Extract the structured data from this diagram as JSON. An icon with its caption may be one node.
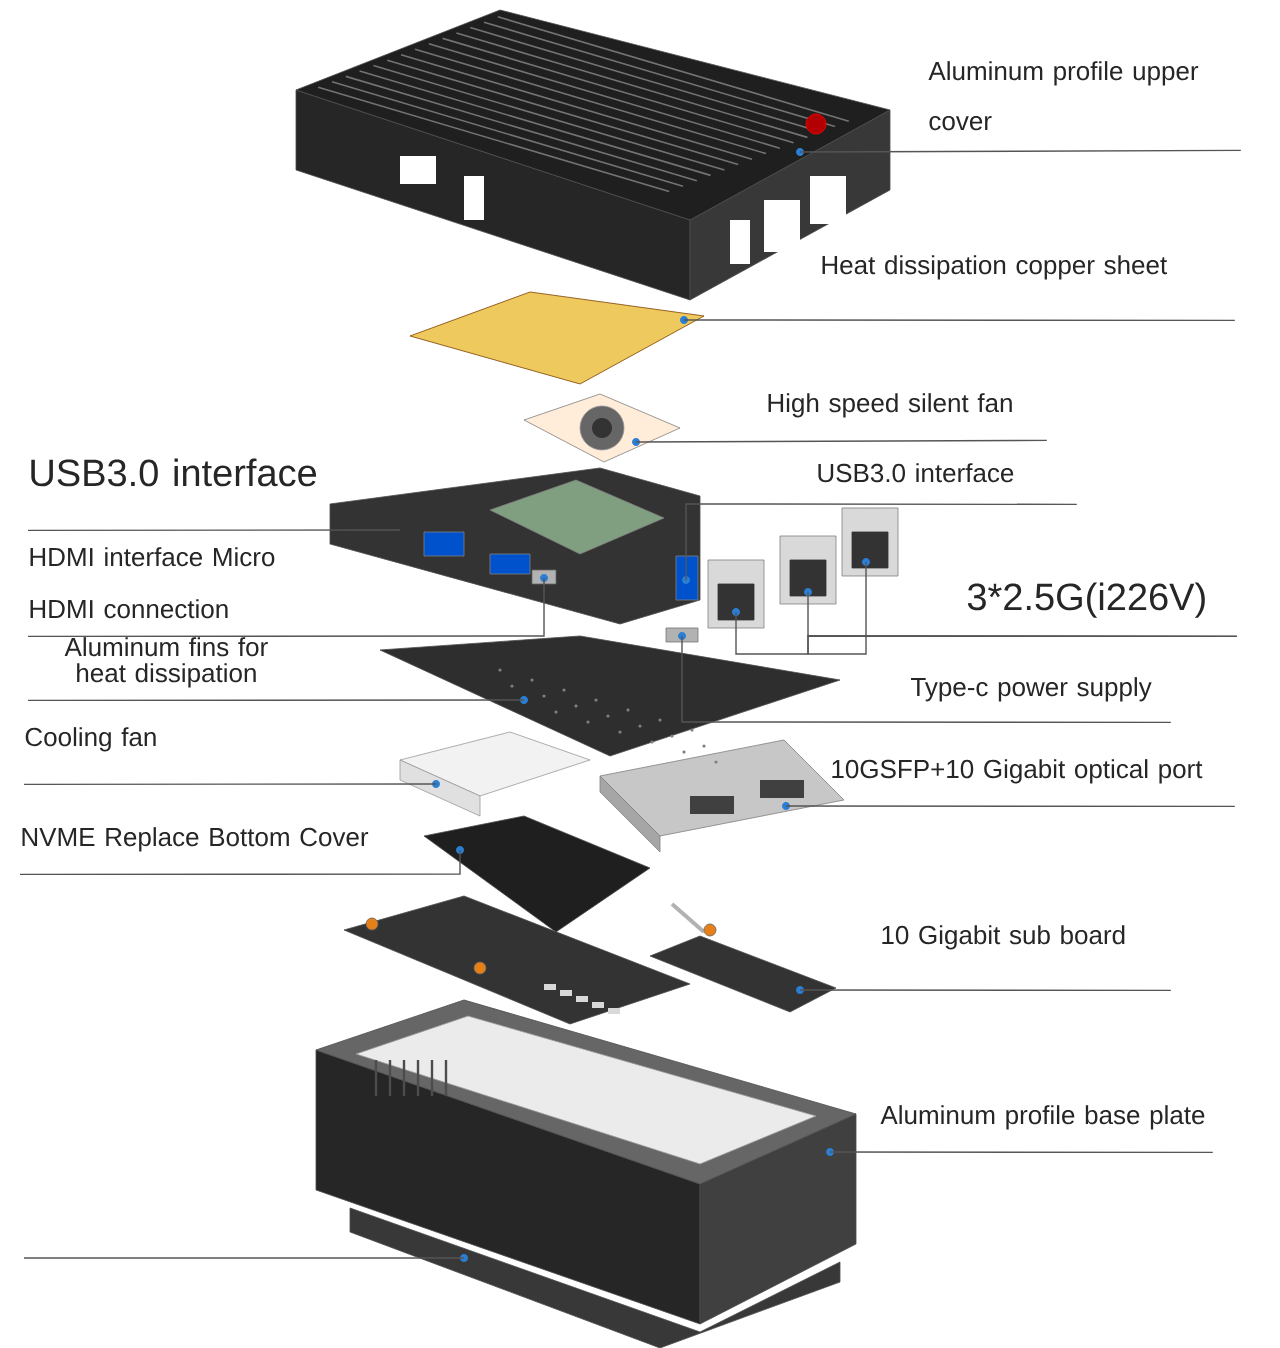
{
  "diagram": {
    "nodes": [
      {
        "text": [
          "Aluminum profile upper cover"
        ]
      },
      {
        "text": [
          "Heat dissipation copper sheet"
        ]
      },
      {
        "text": [
          "High speed silent fan"
        ]
      },
      {
        "text": [
          "USB3.0 interface"
        ]
      },
      {
        "text": [
          "HDMI interface Micro HDMI connection"
        ]
      },
      {
        "text": [
          "Aluminum fins for heat dissipation"
        ]
      },
      {
        "text": [
          "Cooling fan"
        ]
      },
      {
        "text": [
          "NVME Replace Bottom Cover"
        ]
      },
      {
        "text": [
          "USB3.0 interface"
        ]
      },
      {
        "text": [
          "3*2.5G(i226V)"
        ]
      },
      {
        "text": [
          "Type-c power supply"
        ]
      },
      {
        "text": [
          "10GSFP+10 Gigabit optical port"
        ]
      },
      {
        "text": [
          "10 Gigabit sub board"
        ]
      },
      {
        "text": [
          "Aluminum profile base plate"
        ]
      },
      {
        "text": [],
        "shape": "picture"
      },
      {
        "text": [],
        "shape": "picture"
      },
      {
        "text": [],
        "shape": "picture"
      },
      {
        "text": [],
        "shape": "picture"
      },
      {
        "text": [],
        "shape": "picture",
        "in": 17
      },
      {
        "text": [],
        "shape": "picture"
      },
      {
        "text": [],
        "shape": "picture"
      },
      {
        "text": [],
        "shape": "picture"
      },
      {
        "text": [],
        "shape": "picture",
        "in": 17
      },
      {
        "text": [],
        "shape": "picture"
      },
      {
        "text": [],
        "shape": "picture"
      },
      {
        "text": [],
        "shape": "picture"
      },
      {
        "text": [],
        "shape": "picture"
      },
      {
        "text": [],
        "shape": "picture"
      },
      {
        "text": [],
        "shape": "picture"
      },
      {
        "text": [],
        "shape": "picture"
      },
      {
        "text": [],
        "shape": "picture"
      }
    ],
    "edges": [
      {
        "from": 0,
        "to": 14,
        "arrow": "none"
      },
      {
        "from": 1,
        "to": 15,
        "arrow": "none"
      },
      {
        "from": 2,
        "to": 16,
        "arrow": "none"
      },
      {
        "from": 3,
        "to": 17,
        "arrow": "none"
      },
      {
        "from": 4,
        "to": 18,
        "arrow": "none"
      },
      {
        "from": 5,
        "to": 19,
        "arrow": "none"
      },
      {
        "from": 6,
        "to": 20,
        "arrow": "none"
      },
      {
        "from": 7,
        "to": 21,
        "arrow": "none"
      },
      {
        "from": 8,
        "to": 22,
        "arrow": "none"
      },
      {
        "from": 9,
        "to": 24,
        "arrow": "none"
      },
      {
        "from": 9,
        "to": 23,
        "arrow": "none"
      },
      {
        "from": 9,
        "to": 25,
        "arrow": "none"
      },
      {
        "from": 10,
        "to": 26,
        "arrow": "none"
      },
      {
        "from": 11,
        "to": 27,
        "arrow": "none"
      },
      {
        "from": 12,
        "to": 28,
        "arrow": "none"
      },
      {
        "from": 13,
        "to": 29,
        "arrow": "none"
      },
      {
        "from": null,
        "to": 30,
        "arrow": "none"
      }
    ]
  }
}
